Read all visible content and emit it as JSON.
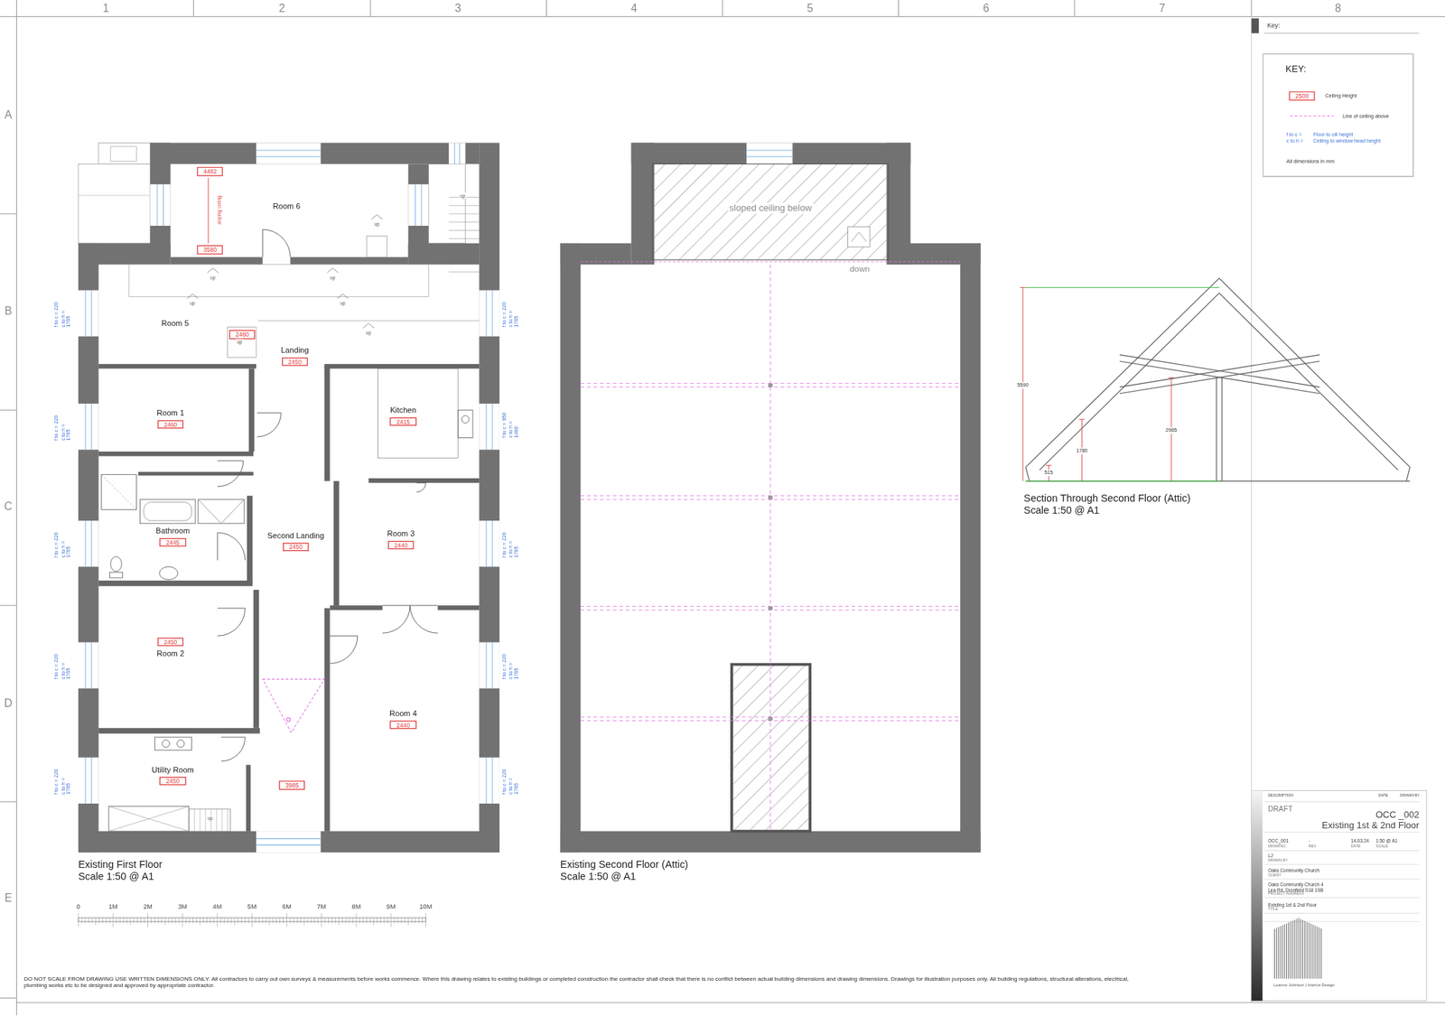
{
  "diagram": {
    "nodes": [
      {
        "text": [
          "Room 6"
        ]
      },
      {
        "text": [
          "Room 5"
        ]
      },
      {
        "text": [
          "Landing",
          "2450"
        ]
      },
      {
        "text": [
          "Room 1",
          "2460"
        ]
      },
      {
        "text": [
          "Kitchen",
          "2415"
        ]
      },
      {
        "text": [
          "Bathroom",
          "2445"
        ]
      },
      {
        "text": [
          "Second Landing",
          "2450"
        ]
      },
      {
        "text": [
          "Room 3",
          "2440"
        ]
      },
      {
        "text": [
          "2450",
          "Room 2"
        ]
      },
      {
        "text": [
          "Room 4",
          "2440"
        ]
      },
      {
        "text": [
          "Utility Room",
          "2450"
        ]
      },
      {
        "text": [
          "KEY:"
        ]
      }
    ],
    "labels": [
      "1",
      "2",
      "3",
      "4",
      "5",
      "6",
      "7",
      "8",
      "A",
      "B",
      "C",
      "D",
      "E",
      "Key:",
      "4482",
      "sloping ceiling",
      "3580",
      "2480",
      "3985",
      "up",
      "up",
      "up",
      "up",
      "up",
      "up",
      "up",
      "up",
      "up",
      "f to c = 220 c to h = 1765",
      "f to c = 220 c to h = 1765",
      "f to c = 220 c to h = 1765",
      "f to c = 220 c to h = 1765",
      "f to c = 220 c to h = 1765",
      "f to c = 220 c to h = 1765",
      "f to c = 950 c to h = 1460",
      "f to c = 220 c to h = 1765",
      "f to c = 220 c to h = 1765",
      "f to c = 220 c to h = 1765",
      "Existing First Floor",
      "Scale 1:50 @ A1",
      "Existing Second Floor (Attic)",
      "Scale 1:50 @ A1",
      "0",
      "1M",
      "2M",
      "3M",
      "4M",
      "5M",
      "6M",
      "7M",
      "8M",
      "9M",
      "10M",
      "sloped ceiling below",
      "down",
      "5590",
      "2965",
      "1780",
      "515",
      "Section Through Second Floor (Attic)",
      "Scale 1:50 @ A1",
      "2500",
      "f to c =",
      "c to h =",
      "All dimensions in mm",
      "DESCRIPTION",
      "DATE",
      "DRAWN BY",
      "DRAFT",
      "OCC _002",
      "Existing 1st & 2nd Floor",
      "OCC_001",
      "-",
      "14.03.24",
      "1:50 @ A1",
      "DRAWING",
      "REV",
      "DATE",
      "SCALE",
      "LJ",
      "DRAWN BY",
      "Oaks Community Church",
      "CLIENT",
      "Oaks Community Church 4 Lea Rd, Dronfield S18 1SB",
      "PROJECT ADDRESS",
      "Existing 1st & 2nd Floor",
      "TITLE",
      "Leanne Johnson | Interior Design",
      "DO NOT SCALE FROM DRAWING USE WRITTEN DIMENSIONS ONLY: All contractors to carry out own surveys & measurements before works commence. Where this drawing relates to existing buildings or completed construction the contractor shall check that there is no conflict between actual building dimensions and drawing dimensions. Drawings for illustration purposes only. All building regulations, structural alterations, electrical, plumbing works etc to be designed and approved by appropriate contractor."
    ],
    "legend": [
      {
        "text": "Ceiling Height"
      },
      {
        "text": "Line of ceiling above"
      },
      {
        "text": "Floor to cill height"
      },
      {
        "text": "Ceiling to window head height"
      }
    ]
  }
}
